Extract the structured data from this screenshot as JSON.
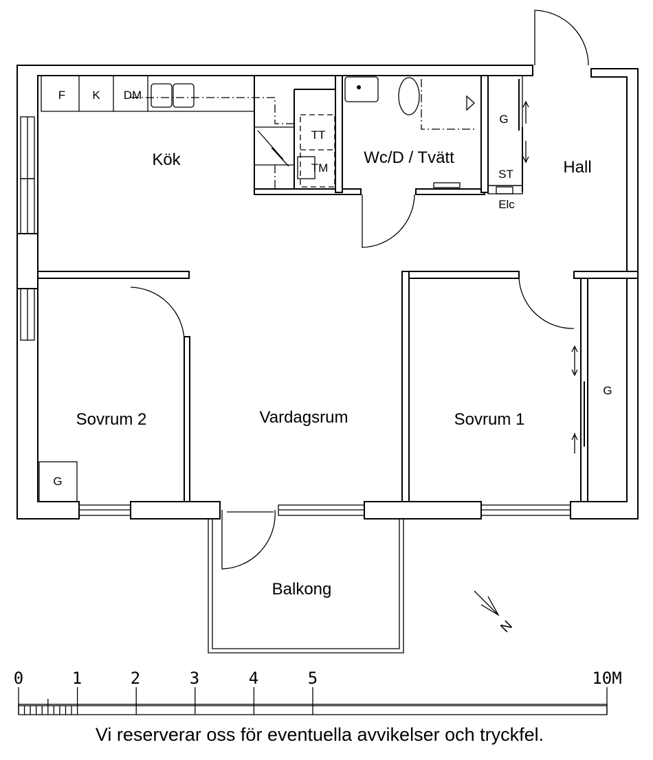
{
  "rooms": {
    "kitchen": "Kök",
    "bathroom": "Wc/D / Tvätt",
    "hall": "Hall",
    "living_room": "Vardagsrum",
    "bedroom_1": "Sovrum 1",
    "bedroom_2": "Sovrum 2",
    "balcony": "Balkong"
  },
  "fixtures": {
    "fridge": "F",
    "freezer": "K",
    "dishwasher": "DM",
    "dryer": "TT",
    "washer": "TM",
    "hall_wardrobe": "G",
    "storage": "ST",
    "electrical": "Elc",
    "bedroom1_wardrobe": "G",
    "bedroom2_wardrobe": "G"
  },
  "compass": {
    "label": "N"
  },
  "scale_bar": {
    "labels": [
      "0",
      "1",
      "2",
      "3",
      "4",
      "5",
      "10M"
    ],
    "unit": "m"
  },
  "disclaimer": "Vi reserverar oss för eventuella avvikelser och tryckfel."
}
